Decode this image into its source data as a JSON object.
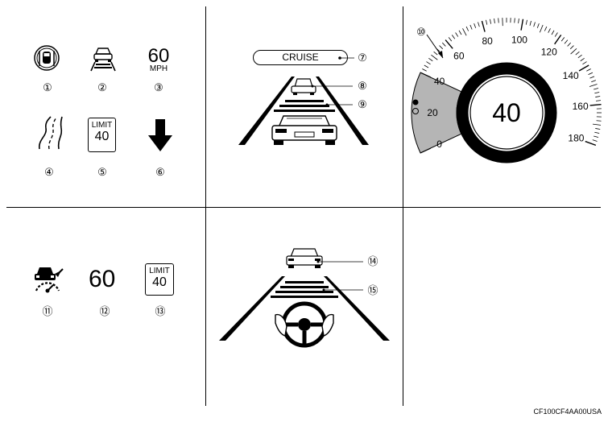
{
  "callouts": {
    "c1": "①",
    "c2": "②",
    "c3": "③",
    "c4": "④",
    "c5": "⑤",
    "c6": "⑥",
    "c7": "⑦",
    "c8": "⑧",
    "c9": "⑨",
    "c10": "⑩",
    "c11": "⑪",
    "c12": "⑫",
    "c13": "⑬",
    "c14": "⑭",
    "c15": "⑮"
  },
  "speed_display": {
    "value": "60",
    "unit": "MPH"
  },
  "speed_limit_sign": {
    "label": "LIMIT",
    "value": "40"
  },
  "cruise_indicator": {
    "label": "CRUISE"
  },
  "speedometer": {
    "ticks": [
      "0",
      "20",
      "40",
      "60",
      "80",
      "100",
      "120",
      "140",
      "160",
      "180"
    ],
    "digital_speed": "40"
  },
  "set_speed": {
    "value": "60"
  },
  "speed_limit_sign_2": {
    "label": "LIMIT",
    "value": "40"
  },
  "figure_code": "CF100CF4AA00USA"
}
